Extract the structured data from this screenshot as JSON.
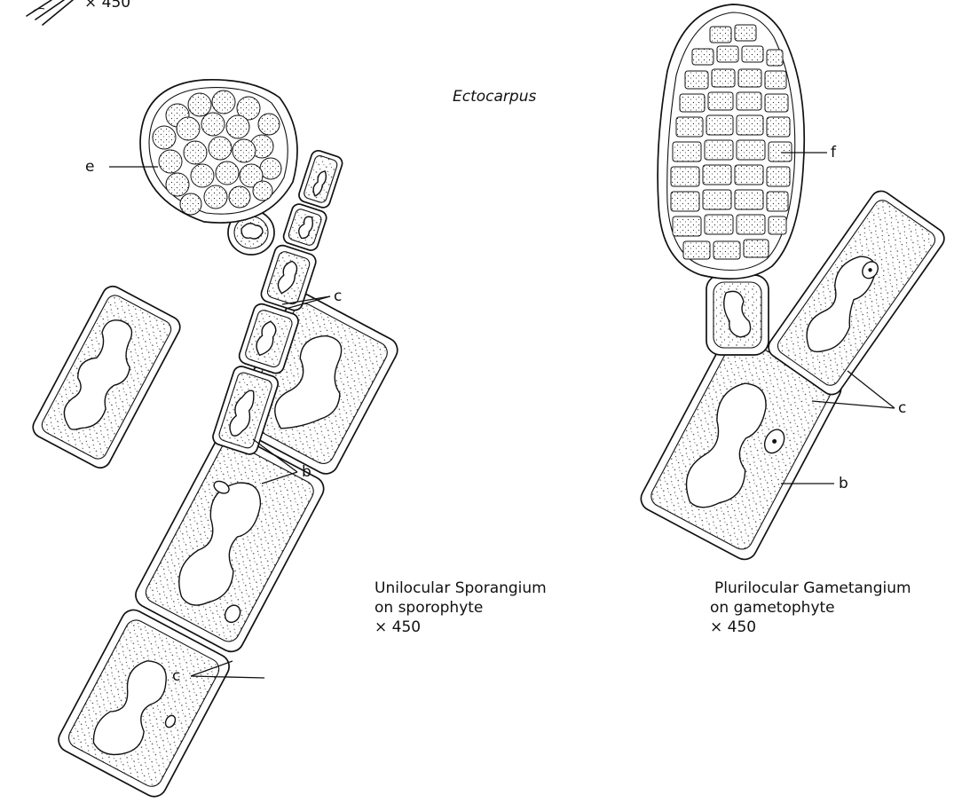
{
  "top_fragment": {
    "magnification": "× 450"
  },
  "title": "Ectocarpus",
  "labels": {
    "e": "e",
    "c_left_upper": "c",
    "b_left": "b",
    "c_left_lower": "c",
    "f": "f",
    "c_right": "c",
    "b_right": "b"
  },
  "left_caption": {
    "line1": "Unilocular Sporangium",
    "line2": "on sporophyte",
    "line3": "× 450"
  },
  "right_caption": {
    "line1": "Plurilocular Gametangium",
    "line2": "on gametophyte",
    "line3": "× 450"
  }
}
